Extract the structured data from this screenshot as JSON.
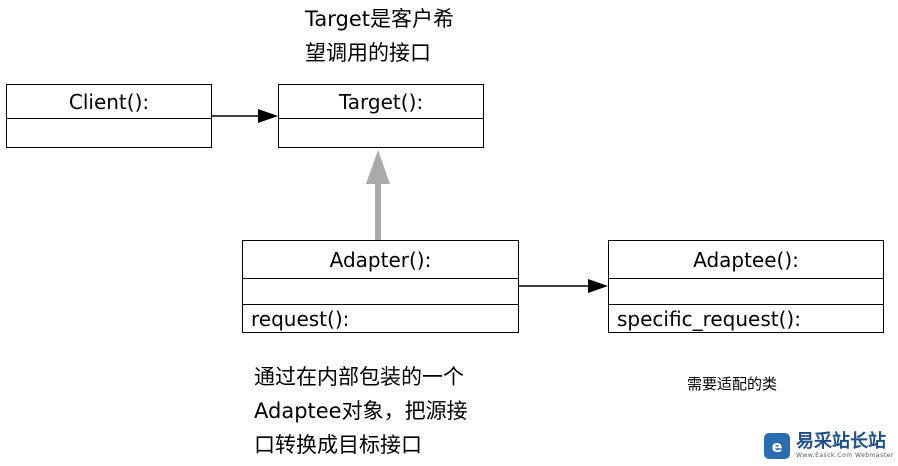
{
  "notes": {
    "target_note": [
      "Target是客户希",
      "望调用的接口"
    ],
    "adapter_note": [
      "通过在内部包装的一个",
      "Adaptee对象，把源接",
      "口转换成目标接口"
    ],
    "adaptee_note": "需要适配的类"
  },
  "classes": {
    "client": {
      "name": "Client():"
    },
    "target": {
      "name": "Target():"
    },
    "adapter": {
      "name": "Adapter():",
      "method": "request():"
    },
    "adaptee": {
      "name": "Adaptee():",
      "method": "specific_request():"
    }
  },
  "watermark": {
    "name": "易采站长站",
    "sub": "Www.Easck.Com Webmaster"
  },
  "colors": {
    "line": "#000000",
    "inheritance_arrow": "#aaaaaa"
  }
}
